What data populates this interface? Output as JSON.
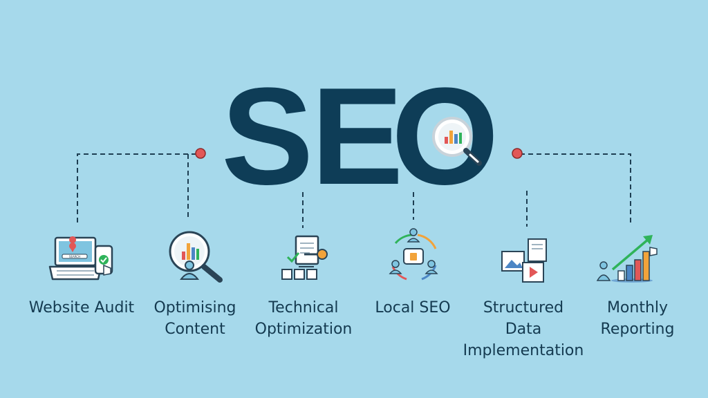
{
  "title": "SEO",
  "title_letters": [
    "S",
    "E",
    "O"
  ],
  "colors": {
    "background": "#a6d9eb",
    "title": "#0e3d57",
    "connector": "#1d3e52",
    "dot": "#e25757",
    "label": "#143a50",
    "accent_orange": "#f2a33a",
    "accent_green": "#2fb35a",
    "accent_blue": "#4c86c5"
  },
  "features": [
    {
      "icon": "laptop-phone-audit-icon",
      "label_lines": [
        "Website Audit"
      ],
      "screen_text": "SEARCH"
    },
    {
      "icon": "magnifier-chart-user-icon",
      "label_lines": [
        "Optimising",
        "Content"
      ]
    },
    {
      "icon": "document-key-sitemap-icon",
      "label_lines": [
        "Technical",
        "Optimization"
      ]
    },
    {
      "icon": "location-users-like-icon",
      "label_lines": [
        "Local SEO"
      ]
    },
    {
      "icon": "image-video-files-icon",
      "label_lines": [
        "Structured",
        "Data",
        "Implementation"
      ]
    },
    {
      "icon": "growth-chart-arrow-icon",
      "label_lines": [
        "Monthly",
        "Reporting"
      ]
    }
  ]
}
